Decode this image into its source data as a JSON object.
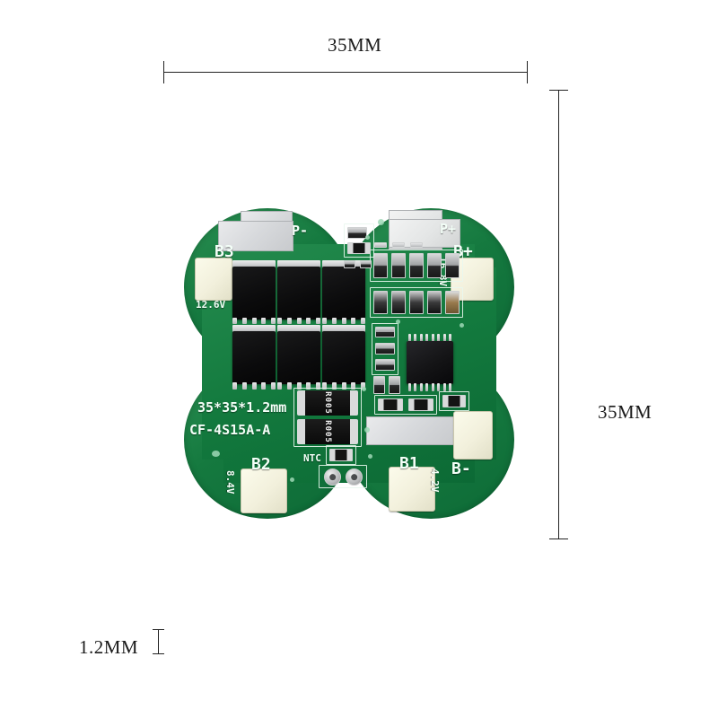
{
  "page": {
    "background_color": "#ffffff",
    "subject": "4S 15A lithium battery protection board (BMS) with dimension callouts"
  },
  "dimensions": {
    "top": {
      "label": "35MM"
    },
    "right": {
      "label": "35MM"
    },
    "bottom_left": {
      "label": "1.2MM"
    }
  },
  "board": {
    "colors": {
      "pcb_green": "#15793f",
      "silkscreen_white": "#f4fff8",
      "pad_cream": "#f6f4e2",
      "solder_silver": "#dcdee0",
      "component_black": "#121214"
    },
    "silkscreen": {
      "part_number": "CF-4S15A-A",
      "size_marking": "35*35*1.2mm",
      "ntc_label": "NTC",
      "shunt_marking": "R005"
    },
    "terminals": [
      {
        "name": "P-",
        "label": "P-",
        "voltage": ""
      },
      {
        "name": "P+",
        "label": "P+",
        "voltage": ""
      },
      {
        "name": "B3",
        "label": "B3",
        "voltage": "12.6V"
      },
      {
        "name": "B+",
        "label": "B+",
        "voltage": "16.8V"
      },
      {
        "name": "B2",
        "label": "B2",
        "voltage": "8.4V"
      },
      {
        "name": "B1",
        "label": "B1",
        "voltage": "4.2V"
      },
      {
        "name": "B-",
        "label": "B-",
        "voltage": ""
      }
    ]
  }
}
